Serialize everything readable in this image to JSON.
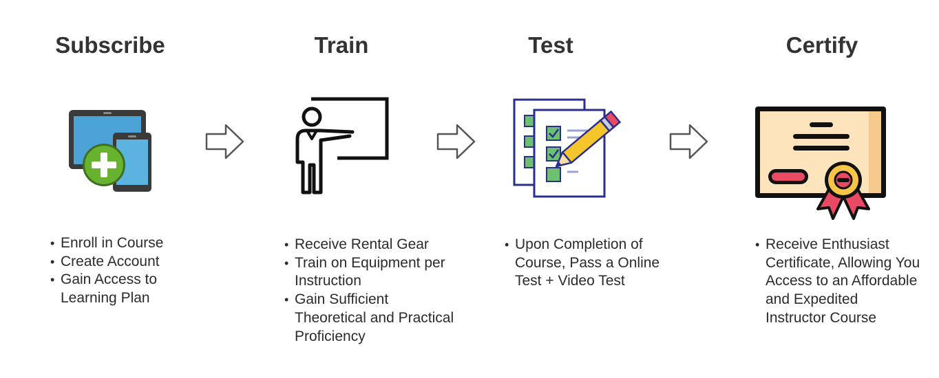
{
  "steps": [
    {
      "title": "Subscribe",
      "icon": "tablet-add-icon",
      "bullets": [
        "Enroll in Course",
        "Create Account",
        "Gain Access to Learning Plan"
      ]
    },
    {
      "title": "Train",
      "icon": "instructor-board-icon",
      "bullets": [
        "Receive Rental Gear",
        "Train on Equipment per Instruction",
        "Gain Sufficient Theoretical and Practical Proficiency"
      ]
    },
    {
      "title": "Test",
      "icon": "checklist-pencil-icon",
      "bullets": [
        "Upon Completion of Course, Pass a Online Test + Video Test"
      ]
    },
    {
      "title": "Certify",
      "icon": "certificate-icon",
      "bullets": [
        "Receive Enthusiast Certificate, Allowing You Access to an Affordable and Expedited Instructor Course"
      ]
    }
  ],
  "colors": {
    "title": "#333333",
    "text": "#2b2b2b",
    "arrow_stroke": "#555555",
    "tablet_body": "#3a3a3a",
    "tablet_screen": "#4ba3d6",
    "plus_green": "#67b22f",
    "check_green": "#6cc070",
    "paper_stroke": "#2a2e8c",
    "pencil_yellow": "#f5c52c",
    "cert_bg": "#fde4bd",
    "cert_red": "#e84a63"
  }
}
